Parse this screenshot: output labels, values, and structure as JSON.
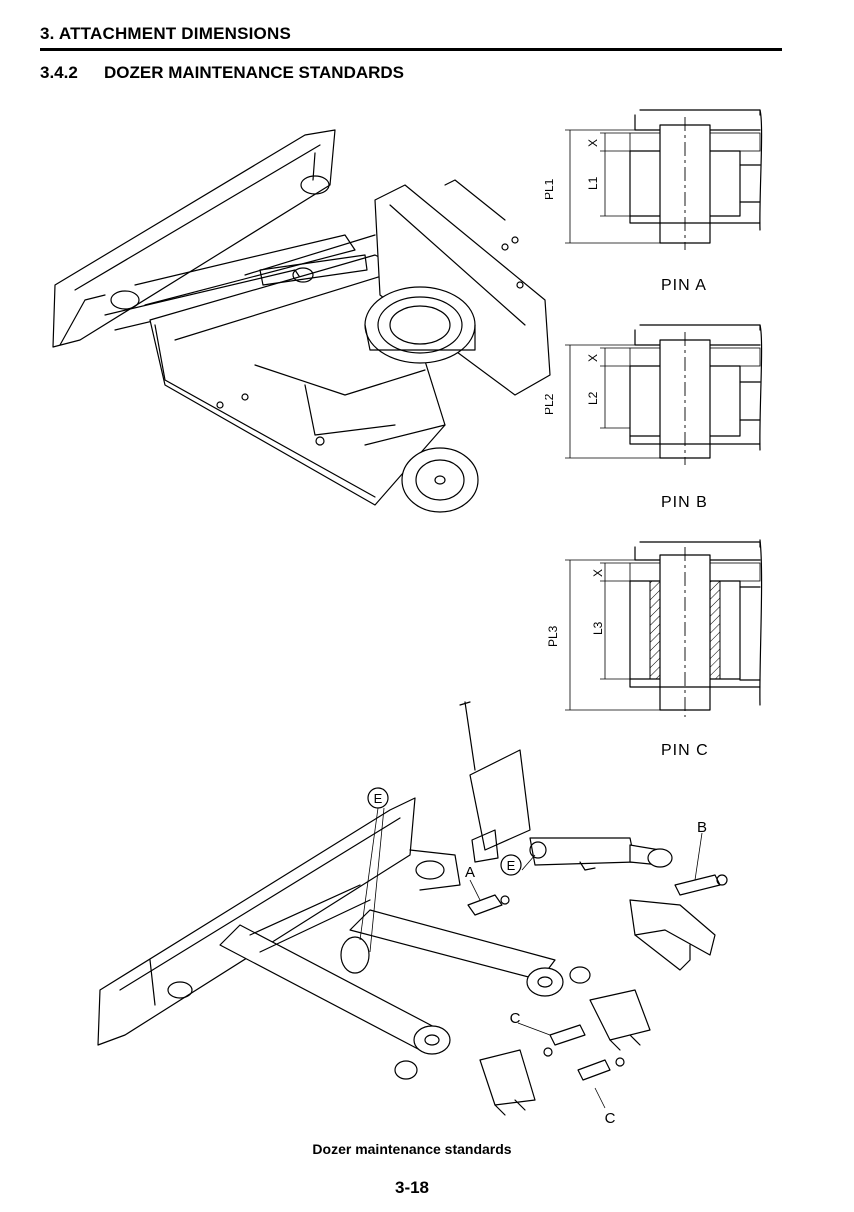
{
  "header": {
    "chapter_title": "3. ATTACHMENT DIMENSIONS",
    "section_number": "3.4.2",
    "section_title": "DOZER MAINTENANCE STANDARDS"
  },
  "pins": [
    {
      "name": "PIN  A",
      "pl_label": "PL1",
      "l_label": "L1",
      "x_label": "X"
    },
    {
      "name": "PIN  B",
      "pl_label": "PL2",
      "l_label": "L2",
      "x_label": "X"
    },
    {
      "name": "PIN  C",
      "pl_label": "PL3",
      "l_label": "L3",
      "x_label": "X"
    }
  ],
  "callouts": {
    "e_top": "E",
    "e_cylinder": "E",
    "a": "A",
    "b": "B",
    "c_left": "C",
    "c_bottom": "C"
  },
  "caption": "Dozer maintenance standards",
  "page_number": "3-18"
}
